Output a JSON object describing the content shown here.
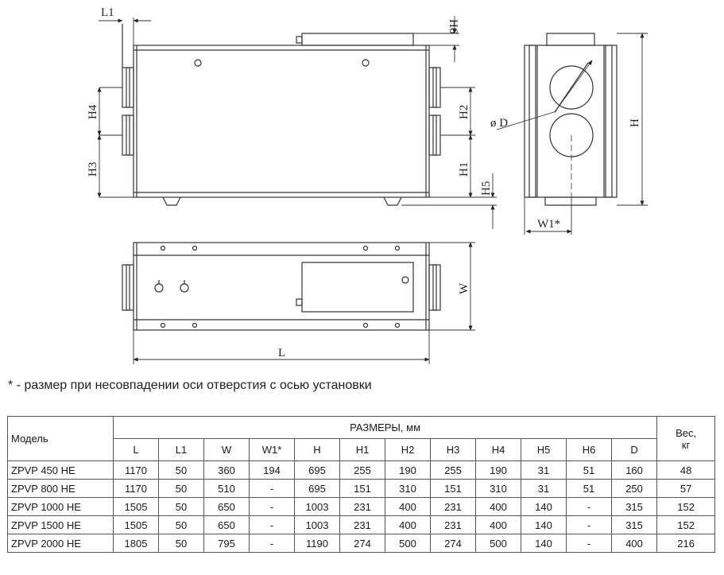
{
  "drawing": {
    "dims": {
      "L1": "L1",
      "H6": "H6",
      "H4": "H4",
      "H3": "H3",
      "H2": "H2",
      "H1": "H1",
      "H5": "H5",
      "H": "H",
      "D": "ø D",
      "W1": "W1*",
      "W": "W",
      "L": "L"
    }
  },
  "note": "* - размер при несовпадении оси отверстия с осью установки",
  "table": {
    "model_header": "Модель",
    "dims_header": "РАЗМЕРЫ, мм",
    "weight_header_1": "Вес,",
    "weight_header_2": "кг",
    "columns": [
      "L",
      "L1",
      "W",
      "W1*",
      "H",
      "H1",
      "H2",
      "H3",
      "H4",
      "H5",
      "H6",
      "D"
    ],
    "rows": [
      {
        "model": "ZPVP 450 HE",
        "values": [
          "1170",
          "50",
          "360",
          "194",
          "695",
          "255",
          "190",
          "255",
          "190",
          "31",
          "51",
          "160"
        ],
        "weight": "48"
      },
      {
        "model": "ZPVP 800 HE",
        "values": [
          "1170",
          "50",
          "510",
          "-",
          "695",
          "151",
          "310",
          "151",
          "310",
          "31",
          "51",
          "250"
        ],
        "weight": "57"
      },
      {
        "model": "ZPVP 1000 HE",
        "values": [
          "1505",
          "50",
          "650",
          "-",
          "1003",
          "231",
          "400",
          "231",
          "400",
          "140",
          "-",
          "315"
        ],
        "weight": "152"
      },
      {
        "model": "ZPVP 1500 HE",
        "values": [
          "1505",
          "50",
          "650",
          "-",
          "1003",
          "231",
          "400",
          "231",
          "400",
          "140",
          "-",
          "315"
        ],
        "weight": "152"
      },
      {
        "model": "ZPVP 2000 HE",
        "values": [
          "1805",
          "50",
          "795",
          "-",
          "1190",
          "274",
          "500",
          "274",
          "500",
          "140",
          "-",
          "400"
        ],
        "weight": "216"
      }
    ]
  }
}
